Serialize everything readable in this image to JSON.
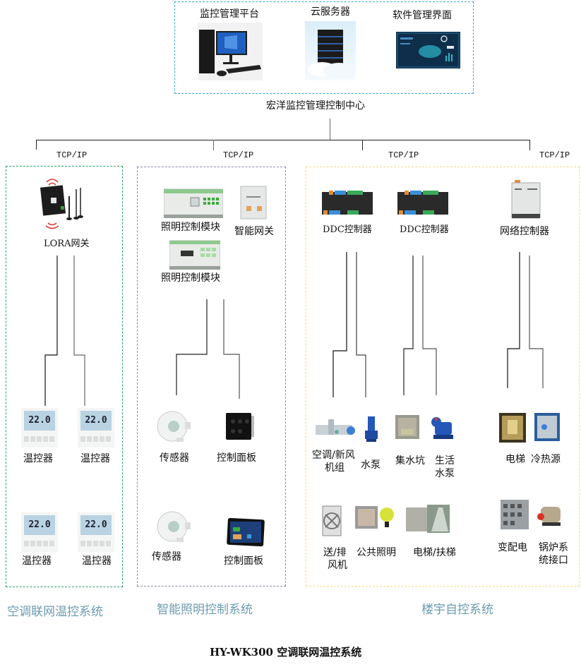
{
  "control_center": {
    "items": [
      {
        "label": "监控管理平台",
        "icon": "desktop-pc-icon"
      },
      {
        "label": "云服务器",
        "icon": "cloud-server-icon"
      },
      {
        "label": "软件管理界面",
        "icon": "software-dashboard-icon"
      }
    ],
    "caption": "宏洋监控管理控制中心"
  },
  "links": {
    "protocol_labels": [
      "TCP/IP",
      "TCP/IP",
      "TCP/IP",
      "TCP/IP"
    ]
  },
  "hvac_system": {
    "title": "空调联网温控系统",
    "gateway": "LORA网关",
    "devices": [
      "温控器",
      "温控器",
      "温控器",
      "温控器"
    ],
    "thermostat_display": "22.0"
  },
  "lighting_system": {
    "title": "智能照明控制系统",
    "modules": [
      "照明控制模块",
      "智能网关",
      "照明控制模块"
    ],
    "devices": [
      "传感器",
      "控制面板",
      "传感器",
      "控制面板"
    ]
  },
  "building_system": {
    "title": "楼宇自控系统",
    "controllers": [
      "DDC控制器",
      "DDC控制器",
      "网络控制器"
    ],
    "devices_row1": [
      {
        "label_line1": "空调/新风",
        "label_line2": "机组"
      },
      {
        "label_line1": "水泵",
        "label_line2": ""
      },
      {
        "label_line1": "集水坑",
        "label_line2": ""
      },
      {
        "label_line1": "生活",
        "label_line2": "水泵"
      },
      {
        "label_line1": "电梯",
        "label_line2": ""
      },
      {
        "label_line1": "冷热源",
        "label_line2": ""
      }
    ],
    "devices_row2": [
      {
        "label_line1": "送/排",
        "label_line2": "风机"
      },
      {
        "label_line1": "公共照明",
        "label_line2": ""
      },
      {
        "label_line1": "电梯/扶梯",
        "label_line2": ""
      },
      {
        "label_line1": "变配电",
        "label_line2": ""
      },
      {
        "label_line1": "锅炉系",
        "label_line2": "统接口"
      }
    ]
  },
  "footer": {
    "title": "HY-WK300 空调联网温控系统"
  }
}
